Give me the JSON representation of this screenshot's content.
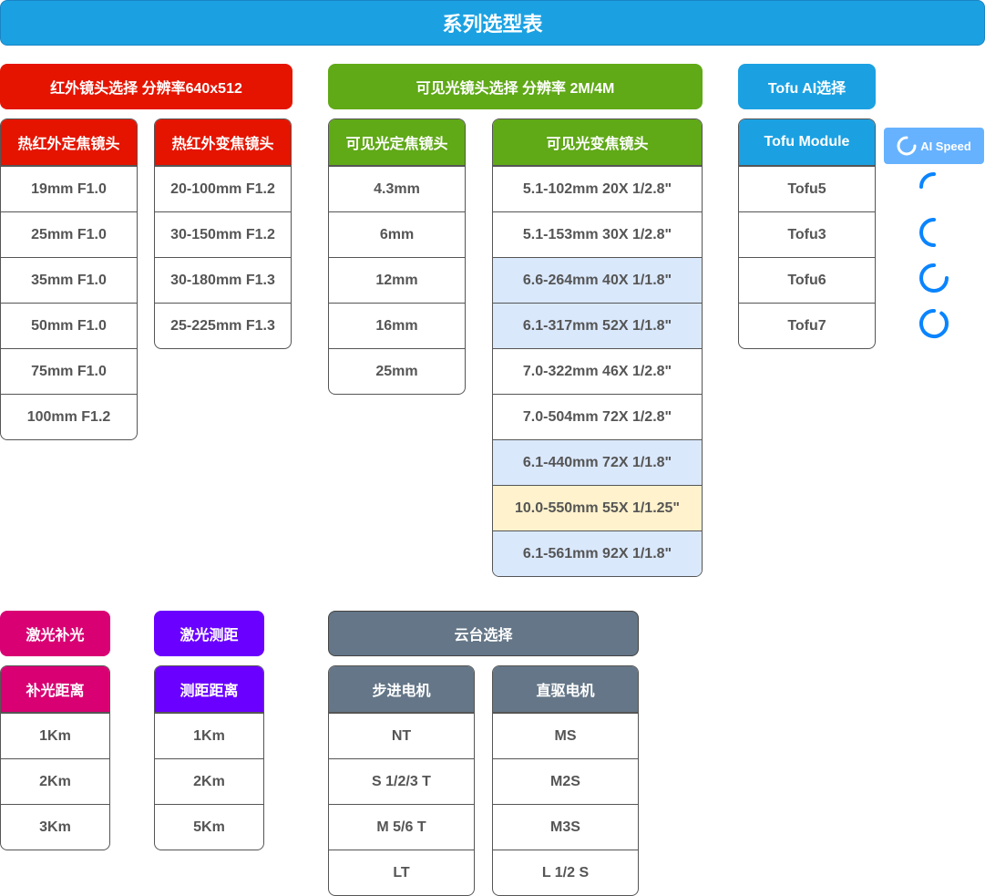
{
  "title": "系列选型表",
  "sections": {
    "ir": {
      "label": "红外镜头选择  分辨率640x512",
      "color": "#e51400"
    },
    "visible": {
      "label": "可见光镜头选择  分辨率 2M/4M",
      "color": "#60a917"
    },
    "tofu": {
      "label": "Tofu AI选择",
      "color": "#1ba1e2"
    },
    "laser_fill": {
      "label": "激光补光",
      "color": "#d80073"
    },
    "laser_range": {
      "label": "激光测距",
      "color": "#6a00ff"
    },
    "gimbal": {
      "label": "云台选择",
      "color": "#647687"
    }
  },
  "columns": {
    "ir_fixed": {
      "header": "热红外定焦镜头",
      "items": [
        "19mm F1.0",
        "25mm F1.0",
        "35mm F1.0",
        "50mm F1.0",
        "75mm F1.0",
        "100mm F1.2"
      ]
    },
    "ir_zoom": {
      "header": "热红外变焦镜头",
      "items": [
        "20-100mm F1.2",
        "30-150mm F1.2",
        "30-180mm F1.3",
        "25-225mm F1.3"
      ]
    },
    "vis_fixed": {
      "header": "可见光定焦镜头",
      "items": [
        "4.3mm",
        "6mm",
        "12mm",
        "16mm",
        "25mm"
      ]
    },
    "vis_zoom": {
      "header": "可见光变焦镜头",
      "items": [
        "5.1-102mm 20X 1/2.8\"",
        "5.1-153mm 30X 1/2.8\"",
        "6.6-264mm 40X 1/1.8\"",
        "6.1-317mm 52X 1/1.8\"",
        "7.0-322mm 46X 1/2.8\"",
        "7.0-504mm 72X 1/2.8\"",
        "6.1-440mm 72X 1/1.8\"",
        "10.0-550mm 55X 1/1.25\"",
        "6.1-561mm 92X 1/1.8\""
      ]
    },
    "tofu_module": {
      "header": "Tofu Module",
      "items": [
        "Tofu5",
        "Tofu3",
        "Tofu6",
        "Tofu7"
      ]
    },
    "fill_distance": {
      "header": "补光距离",
      "items": [
        "1Km",
        "2Km",
        "3Km"
      ]
    },
    "range_distance": {
      "header": "测距距离",
      "items": [
        "1Km",
        "2Km",
        "5Km"
      ]
    },
    "stepper": {
      "header": "步进电机",
      "items": [
        "NT",
        "S 1/2/3 T",
        "M 5/6 T",
        "LT"
      ]
    },
    "direct": {
      "header": "直驱电机",
      "items": [
        "MS",
        "M2S",
        "M3S",
        "L 1/2 S"
      ]
    }
  },
  "ai_speed": {
    "label": "AI Speed",
    "icon": "loading-ring-icon",
    "levels": [
      0.25,
      0.5,
      0.75,
      0.9
    ],
    "color": "#0a84ff"
  },
  "highlight_colors": {
    "blue": "#dae8fc",
    "yellow": "#fff2cc"
  }
}
